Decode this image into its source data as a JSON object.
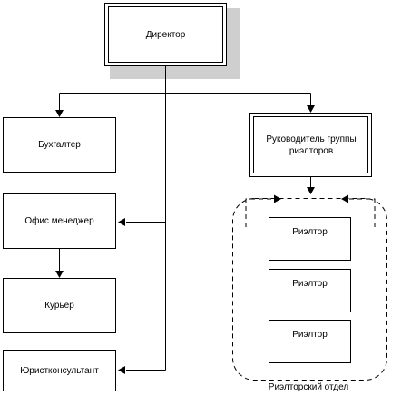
{
  "director": {
    "label": "Директор"
  },
  "left_column": {
    "accountant": "Бухгалтер",
    "office_manager": "Офис менеджер",
    "courier": "Курьер",
    "legal_advisor": "Юристконсультант"
  },
  "right_column": {
    "realtor_group_head": "Руководитель группы риэлторов",
    "realtors": [
      "Риэлтор",
      "Риэлтор",
      "Риэлтор"
    ],
    "department_label": "Риэлторский отдел"
  }
}
